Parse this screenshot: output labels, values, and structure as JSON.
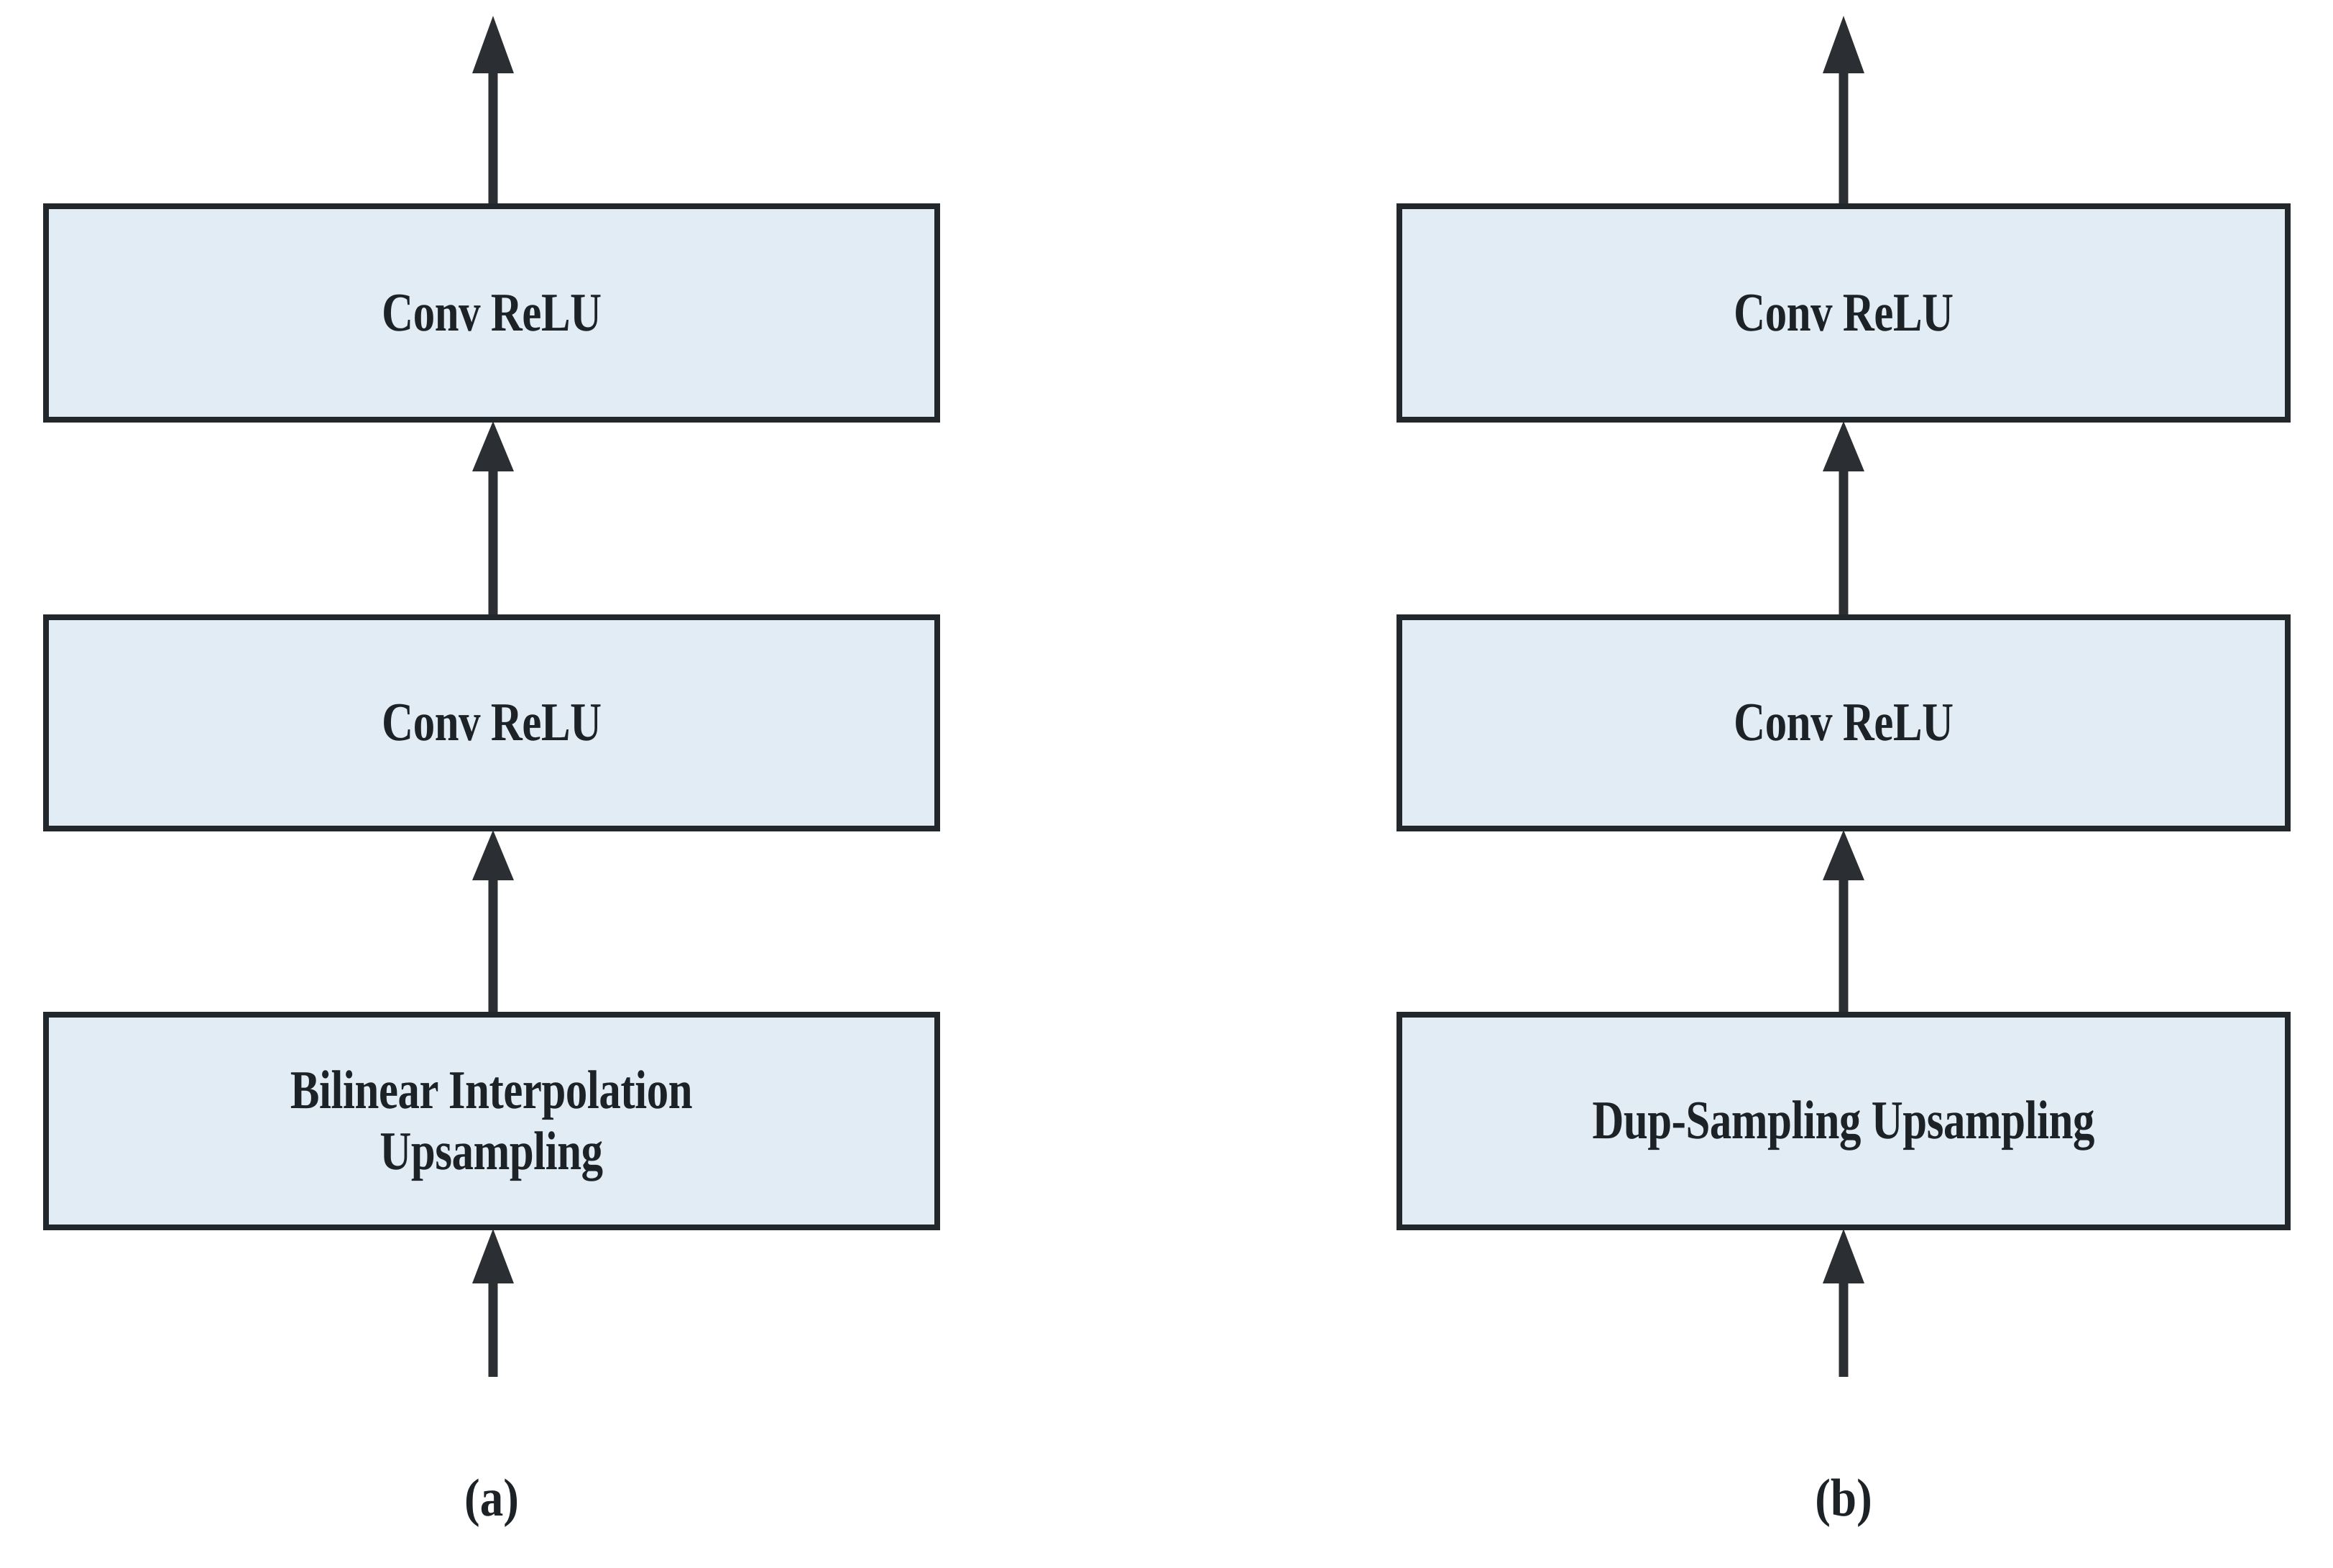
{
  "figure": {
    "type": "diagram",
    "description": "Side-by-side comparison of two upsampling decoder blocks",
    "background_color": "#ffffff",
    "box_fill_color": "#e2ecf5",
    "box_border_color": "#22272b",
    "arrow_color": "#2b2f33",
    "text_color": "#1d2226"
  },
  "panels": [
    {
      "id": "a",
      "caption": "(a)",
      "blocks": [
        {
          "id": "a-conv-relu-top",
          "label": "Conv ReLU"
        },
        {
          "id": "a-conv-relu-mid",
          "label": "Conv ReLU"
        },
        {
          "id": "a-upsampling",
          "label": "Bilinear Interpolation\nUpsampling"
        }
      ],
      "arrows": [
        {
          "id": "a-arrow-input",
          "from": "input",
          "to": "a-upsampling",
          "direction": "up"
        },
        {
          "id": "a-arrow-1",
          "from": "a-upsampling",
          "to": "a-conv-relu-mid",
          "direction": "up"
        },
        {
          "id": "a-arrow-2",
          "from": "a-conv-relu-mid",
          "to": "a-conv-relu-top",
          "direction": "up"
        },
        {
          "id": "a-arrow-output",
          "from": "a-conv-relu-top",
          "to": "output",
          "direction": "up"
        }
      ]
    },
    {
      "id": "b",
      "caption": "(b)",
      "blocks": [
        {
          "id": "b-conv-relu-top",
          "label": "Conv ReLU"
        },
        {
          "id": "b-conv-relu-mid",
          "label": "Conv ReLU"
        },
        {
          "id": "b-upsampling",
          "label": "Dup-Sampling Upsampling"
        }
      ],
      "arrows": [
        {
          "id": "b-arrow-input",
          "from": "input",
          "to": "b-upsampling",
          "direction": "up"
        },
        {
          "id": "b-arrow-1",
          "from": "b-upsampling",
          "to": "b-conv-relu-mid",
          "direction": "up"
        },
        {
          "id": "b-arrow-2",
          "from": "b-conv-relu-mid",
          "to": "b-conv-relu-top",
          "direction": "up"
        },
        {
          "id": "b-arrow-output",
          "from": "b-conv-relu-top",
          "to": "output",
          "direction": "up"
        }
      ]
    }
  ]
}
